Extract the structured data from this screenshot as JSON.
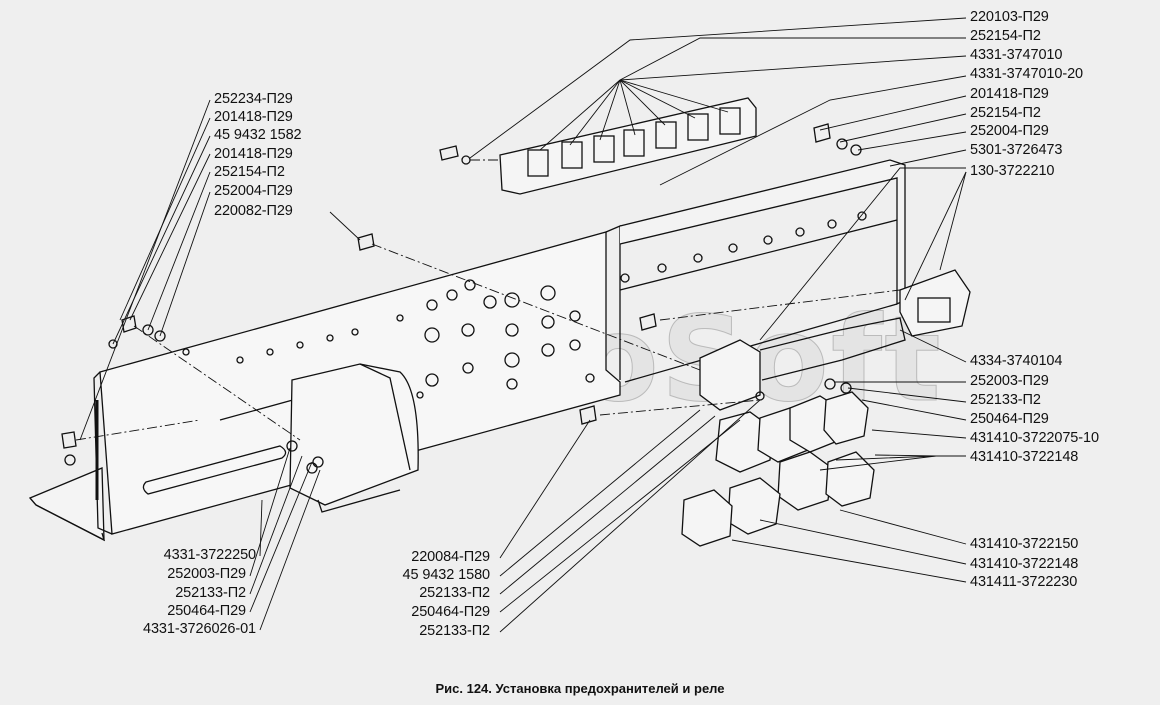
{
  "caption": "Рис. 124. Установка предохранителей и реле",
  "watermark": "AutoSoft",
  "labels_right": [
    "220103-П29",
    "252154-П2",
    "4331-3747010",
    "4331-3747010-20",
    "201418-П29",
    "252154-П2",
    "252004-П29",
    "5301-3726473",
    "130-3722210",
    "4334-3740104",
    "252003-П29",
    "252133-П2",
    "250464-П29",
    "431410-3722075-10",
    "431410-3722148",
    "431410-3722150",
    "431410-3722148",
    "431411-3722230"
  ],
  "labels_left": [
    "252234-П29",
    "201418-П29",
    "45 9432 1582",
    "201418-П29",
    "252154-П2",
    "252004-П29",
    "220082-П29"
  ],
  "labels_bottom_left": [
    "4331-3722250",
    "252003-П29",
    "252133-П2",
    "250464-П29",
    "4331-3726026-01"
  ],
  "labels_bottom_center": [
    "220084-П29",
    "45 9432 1580",
    "252133-П2",
    "250464-П29",
    "252133-П2"
  ]
}
